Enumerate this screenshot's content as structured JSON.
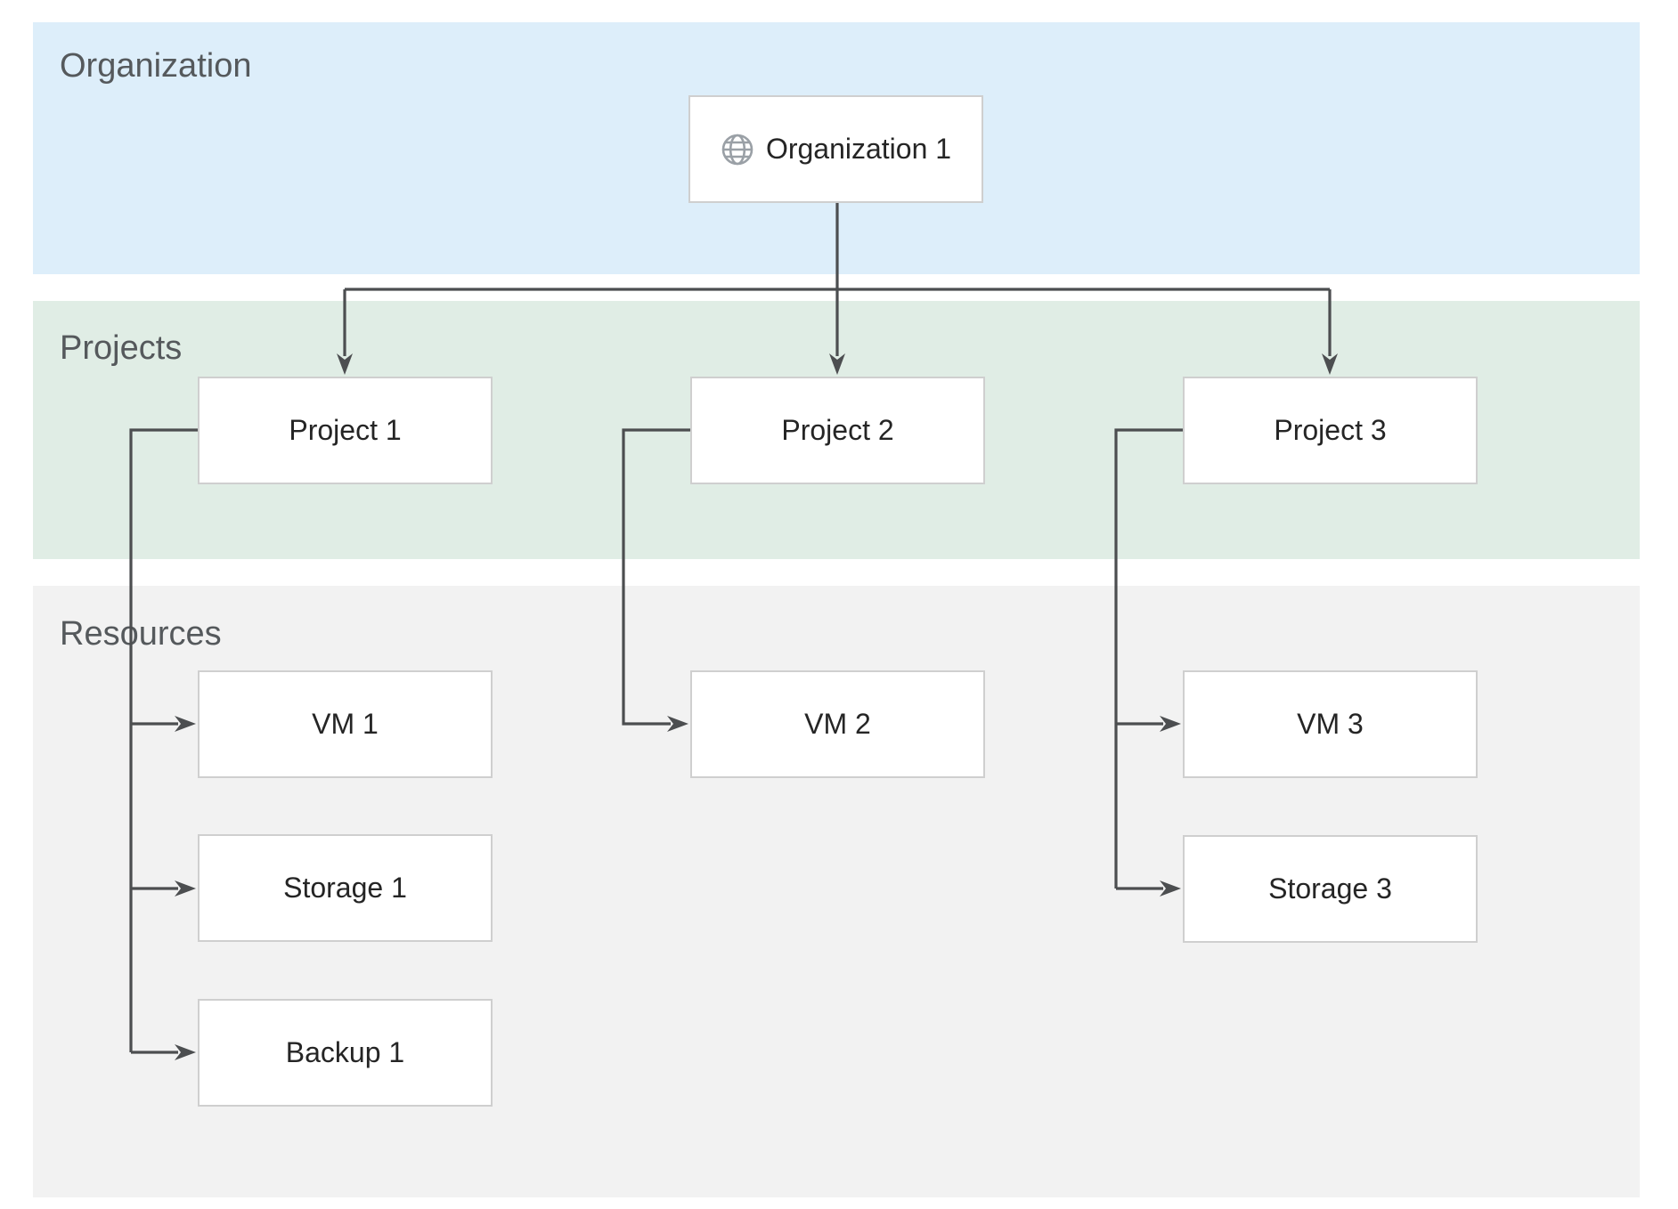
{
  "diagram": {
    "type": "layered-hierarchy",
    "bands": {
      "organization": {
        "label": "Organization",
        "color": "#ddeefa"
      },
      "projects": {
        "label": "Projects",
        "color": "#e0ede5"
      },
      "resources": {
        "label": "Resources",
        "color": "#f2f2f2"
      }
    },
    "nodes": {
      "org1": {
        "label": "Organization 1",
        "icon": "globe-icon",
        "band": "organization"
      },
      "project1": {
        "label": "Project 1",
        "band": "projects"
      },
      "project2": {
        "label": "Project 2",
        "band": "projects"
      },
      "project3": {
        "label": "Project 3",
        "band": "projects"
      },
      "vm1": {
        "label": "VM 1",
        "band": "resources"
      },
      "storage1": {
        "label": "Storage 1",
        "band": "resources"
      },
      "backup1": {
        "label": "Backup 1",
        "band": "resources"
      },
      "vm2": {
        "label": "VM 2",
        "band": "resources"
      },
      "vm3": {
        "label": "VM 3",
        "band": "resources"
      },
      "storage3": {
        "label": "Storage 3",
        "band": "resources"
      }
    },
    "edges": [
      {
        "from": "org1",
        "to": "project1"
      },
      {
        "from": "org1",
        "to": "project2"
      },
      {
        "from": "org1",
        "to": "project3"
      },
      {
        "from": "project1",
        "to": "vm1"
      },
      {
        "from": "project1",
        "to": "storage1"
      },
      {
        "from": "project1",
        "to": "backup1"
      },
      {
        "from": "project2",
        "to": "vm2"
      },
      {
        "from": "project3",
        "to": "vm3"
      },
      {
        "from": "project3",
        "to": "storage3"
      }
    ],
    "colors": {
      "connector": "#4c4e50",
      "node_border": "#cfcfcf",
      "node_fill": "#ffffff",
      "node_text": "#252525",
      "band_label_text": "#55595c",
      "globe_icon": "#9aa0a6"
    }
  }
}
